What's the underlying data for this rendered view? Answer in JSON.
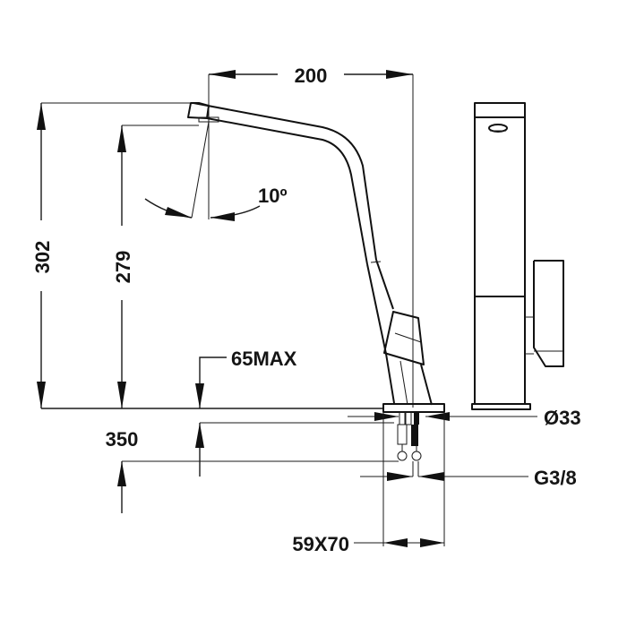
{
  "drawing": {
    "subject": "kitchen faucet technical drawing",
    "colors": {
      "line": "#1a1a1a",
      "background": "#ffffff"
    }
  },
  "dimensions": {
    "spout_reach": "200",
    "total_height": "302",
    "spout_height": "279",
    "swivel_angle": "10º",
    "counter_thickness": "65MAX",
    "hose_length": "350",
    "base_diameter": "Ø33",
    "connection_thread": "G3/8",
    "cutout_size": "59X70"
  }
}
